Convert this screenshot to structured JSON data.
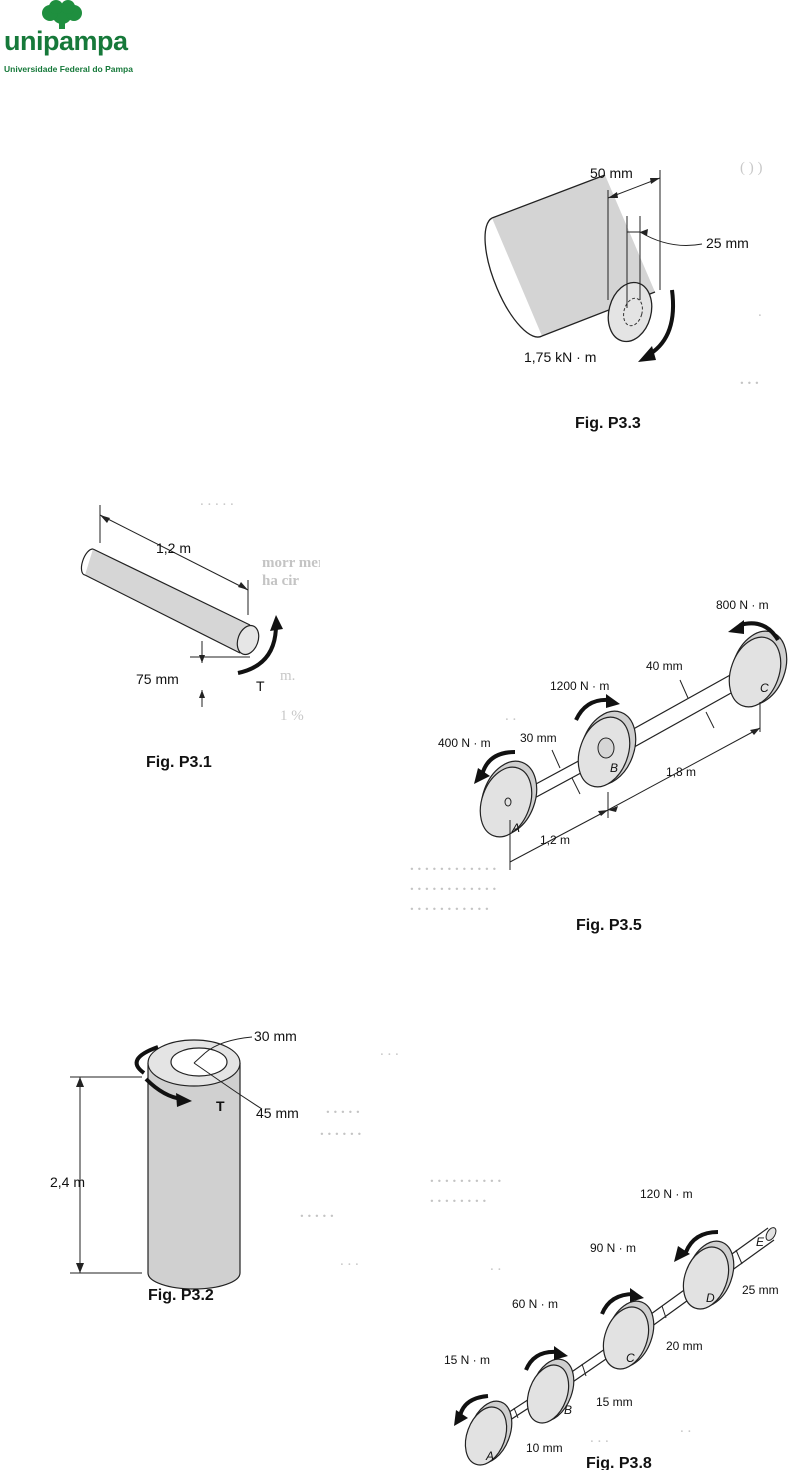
{
  "logo": {
    "name": "unipampa",
    "subtitle": "Universidade Federal do Pampa"
  },
  "figures": {
    "p33": {
      "caption": "Fig. P3.3",
      "outer_dim": "50 mm",
      "inner_dim": "25 mm",
      "torque": "1,75 kN · m"
    },
    "p31": {
      "caption": "Fig. P3.1",
      "length": "1,2 m",
      "diameter": "75 mm",
      "torque": "T"
    },
    "p35": {
      "caption": "Fig. P3.5",
      "torque_c": "800 N · m",
      "torque_b": "1200 N · m",
      "torque_a": "400 N · m",
      "dia_bc": "40 mm",
      "dia_ab": "30 mm",
      "len_bc": "1,8 m",
      "len_ab": "1,2 m",
      "gear_a": "A",
      "gear_b": "B",
      "gear_c": "C"
    },
    "p32": {
      "caption": "Fig. P3.2",
      "inner_dim": "30 mm",
      "outer_dim": "45 mm",
      "length": "2,4 m",
      "torque": "T"
    },
    "p38": {
      "caption": "Fig. P3.8",
      "torque_d": "120 N · m",
      "torque_c": "90 N · m",
      "torque_b": "60 N · m",
      "torque_a": "15 N · m",
      "dia_de": "25 mm",
      "dia_cd": "20 mm",
      "dia_bc": "15 mm",
      "dia_ab": "10 mm",
      "gear_a": "A",
      "gear_b": "B",
      "gear_c": "C",
      "gear_d": "D",
      "gear_e": "E"
    }
  }
}
